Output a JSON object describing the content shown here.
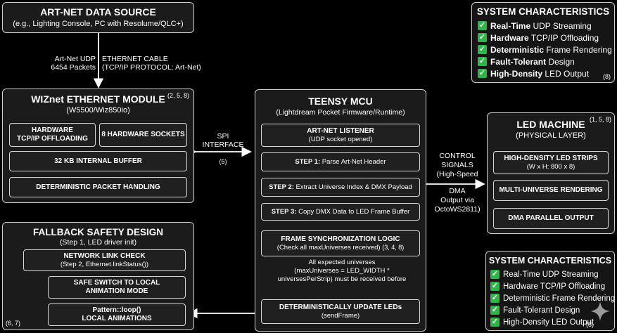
{
  "source": {
    "title": "ART-NET DATA SOURCE",
    "subtitle": "(e.g., Lighting Console, PC with Resolume/QLC+)"
  },
  "link": {
    "udp_line1": "Art-Net UDP",
    "udp_line2": "6454 Packets",
    "cable_line1": "ETHERNET CABLE",
    "cable_line2": "(TCP/IP PROTOCOL: Art-Net)"
  },
  "wiznet": {
    "title": "WIZnet ETHERNET MODULE",
    "subtitle": "(W5500/Wiz850io)",
    "refs": "(2, 5, 8)",
    "offload_line1": "HARDWARE",
    "offload_line2": "TCP/IP OFFLOADING",
    "sockets": "8 HARDWARE SOCKETS",
    "buffer": "32 KB INTERNAL BUFFER",
    "handling": "DETERMINISTIC PACKET HANDLING"
  },
  "spi": {
    "line1": "SPI",
    "line2": "INTERFACE",
    "ref": "(5)"
  },
  "teensy": {
    "title": "TEENSY MCU",
    "subtitle": "(Lightdream Pocket Firmware/Runtime)",
    "listener_title": "ART-NET LISTENER",
    "listener_sub": "(UDP socket opened)",
    "step1_bold": "STEP 1:",
    "step1_text": " Parse Art-Net Header",
    "step2_bold": "STEP 2:",
    "step2_text": " Extract Universe Index & DMX Payload",
    "step3_bold": "STEP 3:",
    "step3_text": " Copy DMX Data to LED Frame Buffer",
    "sync_title": "FRAME SYNCHRONIZATION LOGIC",
    "sync_sub": "(Check all maxUniverses received)",
    "sync_refs": "(3, 4, 8)",
    "note_line1": "All expected universes",
    "note_line2": "(maxUniverses = LED_WIDTH *",
    "note_line3": "universesPerStrip)  must be received before",
    "update_title": "DETERMINISTICALLY UPDATE LEDs",
    "update_sub": "(sendFrame)"
  },
  "control": {
    "line1": "CONTROL",
    "line2": "SIGNALS",
    "line3": "(High-Speed",
    "line4": "DMA",
    "line5": "Output via",
    "line6": "OctoWS2811)"
  },
  "led": {
    "title": "LED MACHINE",
    "subtitle": "(PHYSICAL LAYER)",
    "refs": "(1, 5, 8)",
    "strips_title": "HIGH-DENSITY LED STRIPS",
    "strips_sub": "(W x H: 800 x 8)",
    "multi": "MULTI-UNIVERSE RENDERING",
    "dma": "DMA PARALLEL OUTPUT"
  },
  "fallback": {
    "title": "FALLBACK SAFETY DESIGN",
    "subtitle": "(Step 1, LED driver init)",
    "check_title": "NETWORK LINK CHECK",
    "check_sub": "(Step 2, Ethernet.linkStatus())",
    "safe_line1": "SAFE SWITCH TO LOCAL",
    "safe_line2": "ANIMATION MODE",
    "loop_line1": "Pattern::loop()",
    "loop_line2": "LOCAL ANIMATIONS",
    "refs": "(6, 7)"
  },
  "sys_top": {
    "title": "SYSTEM CHARACTERISTICS",
    "ref": "(8)",
    "items": [
      {
        "bold": "Real-Time",
        "rest": " UDP Streaming"
      },
      {
        "bold": "Hardware",
        "rest": " TCP/IP Offloading"
      },
      {
        "bold": "Deterministic",
        "rest": " Frame Rendering"
      },
      {
        "bold": "Fault-Tolerant",
        "rest": " Design"
      },
      {
        "bold": "High-Density",
        "rest": " LED Output"
      }
    ]
  },
  "sys_bottom": {
    "title": "SYSTEM CHARACTERISTICS",
    "ref": "(8)",
    "items": [
      "Real-Time UDP Streaming",
      "Hardware TCP/IP Offloading",
      "Deterministic Frame Rendering",
      "Fault-Tolerant Design",
      "High-Density LED Output"
    ]
  },
  "colors": {
    "check": "#2fb54a",
    "border": "#cfcfcf",
    "box": "#1b1b1b"
  }
}
